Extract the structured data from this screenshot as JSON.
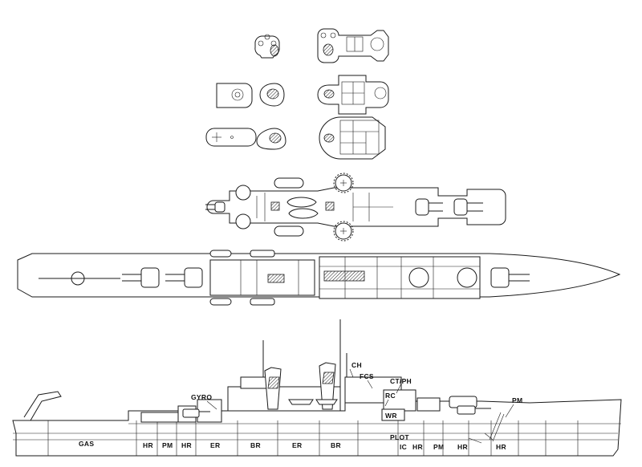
{
  "labels": {
    "gyro": "GYRO",
    "ch": "CH",
    "fcs": "FCS",
    "ct_ph": "CT/PH",
    "rc": "RC",
    "wr": "WR",
    "pm_upper": "PM",
    "gas": "GAS",
    "hr1": "HR",
    "pm1": "PM",
    "hr2": "HR",
    "er1": "ER",
    "br1": "BR",
    "er2": "ER",
    "br2": "BR",
    "plot": "PLOT",
    "ic": "IC",
    "hr3": "HR",
    "pm2": "PM",
    "hr4": "HR",
    "hr5": "HR"
  }
}
